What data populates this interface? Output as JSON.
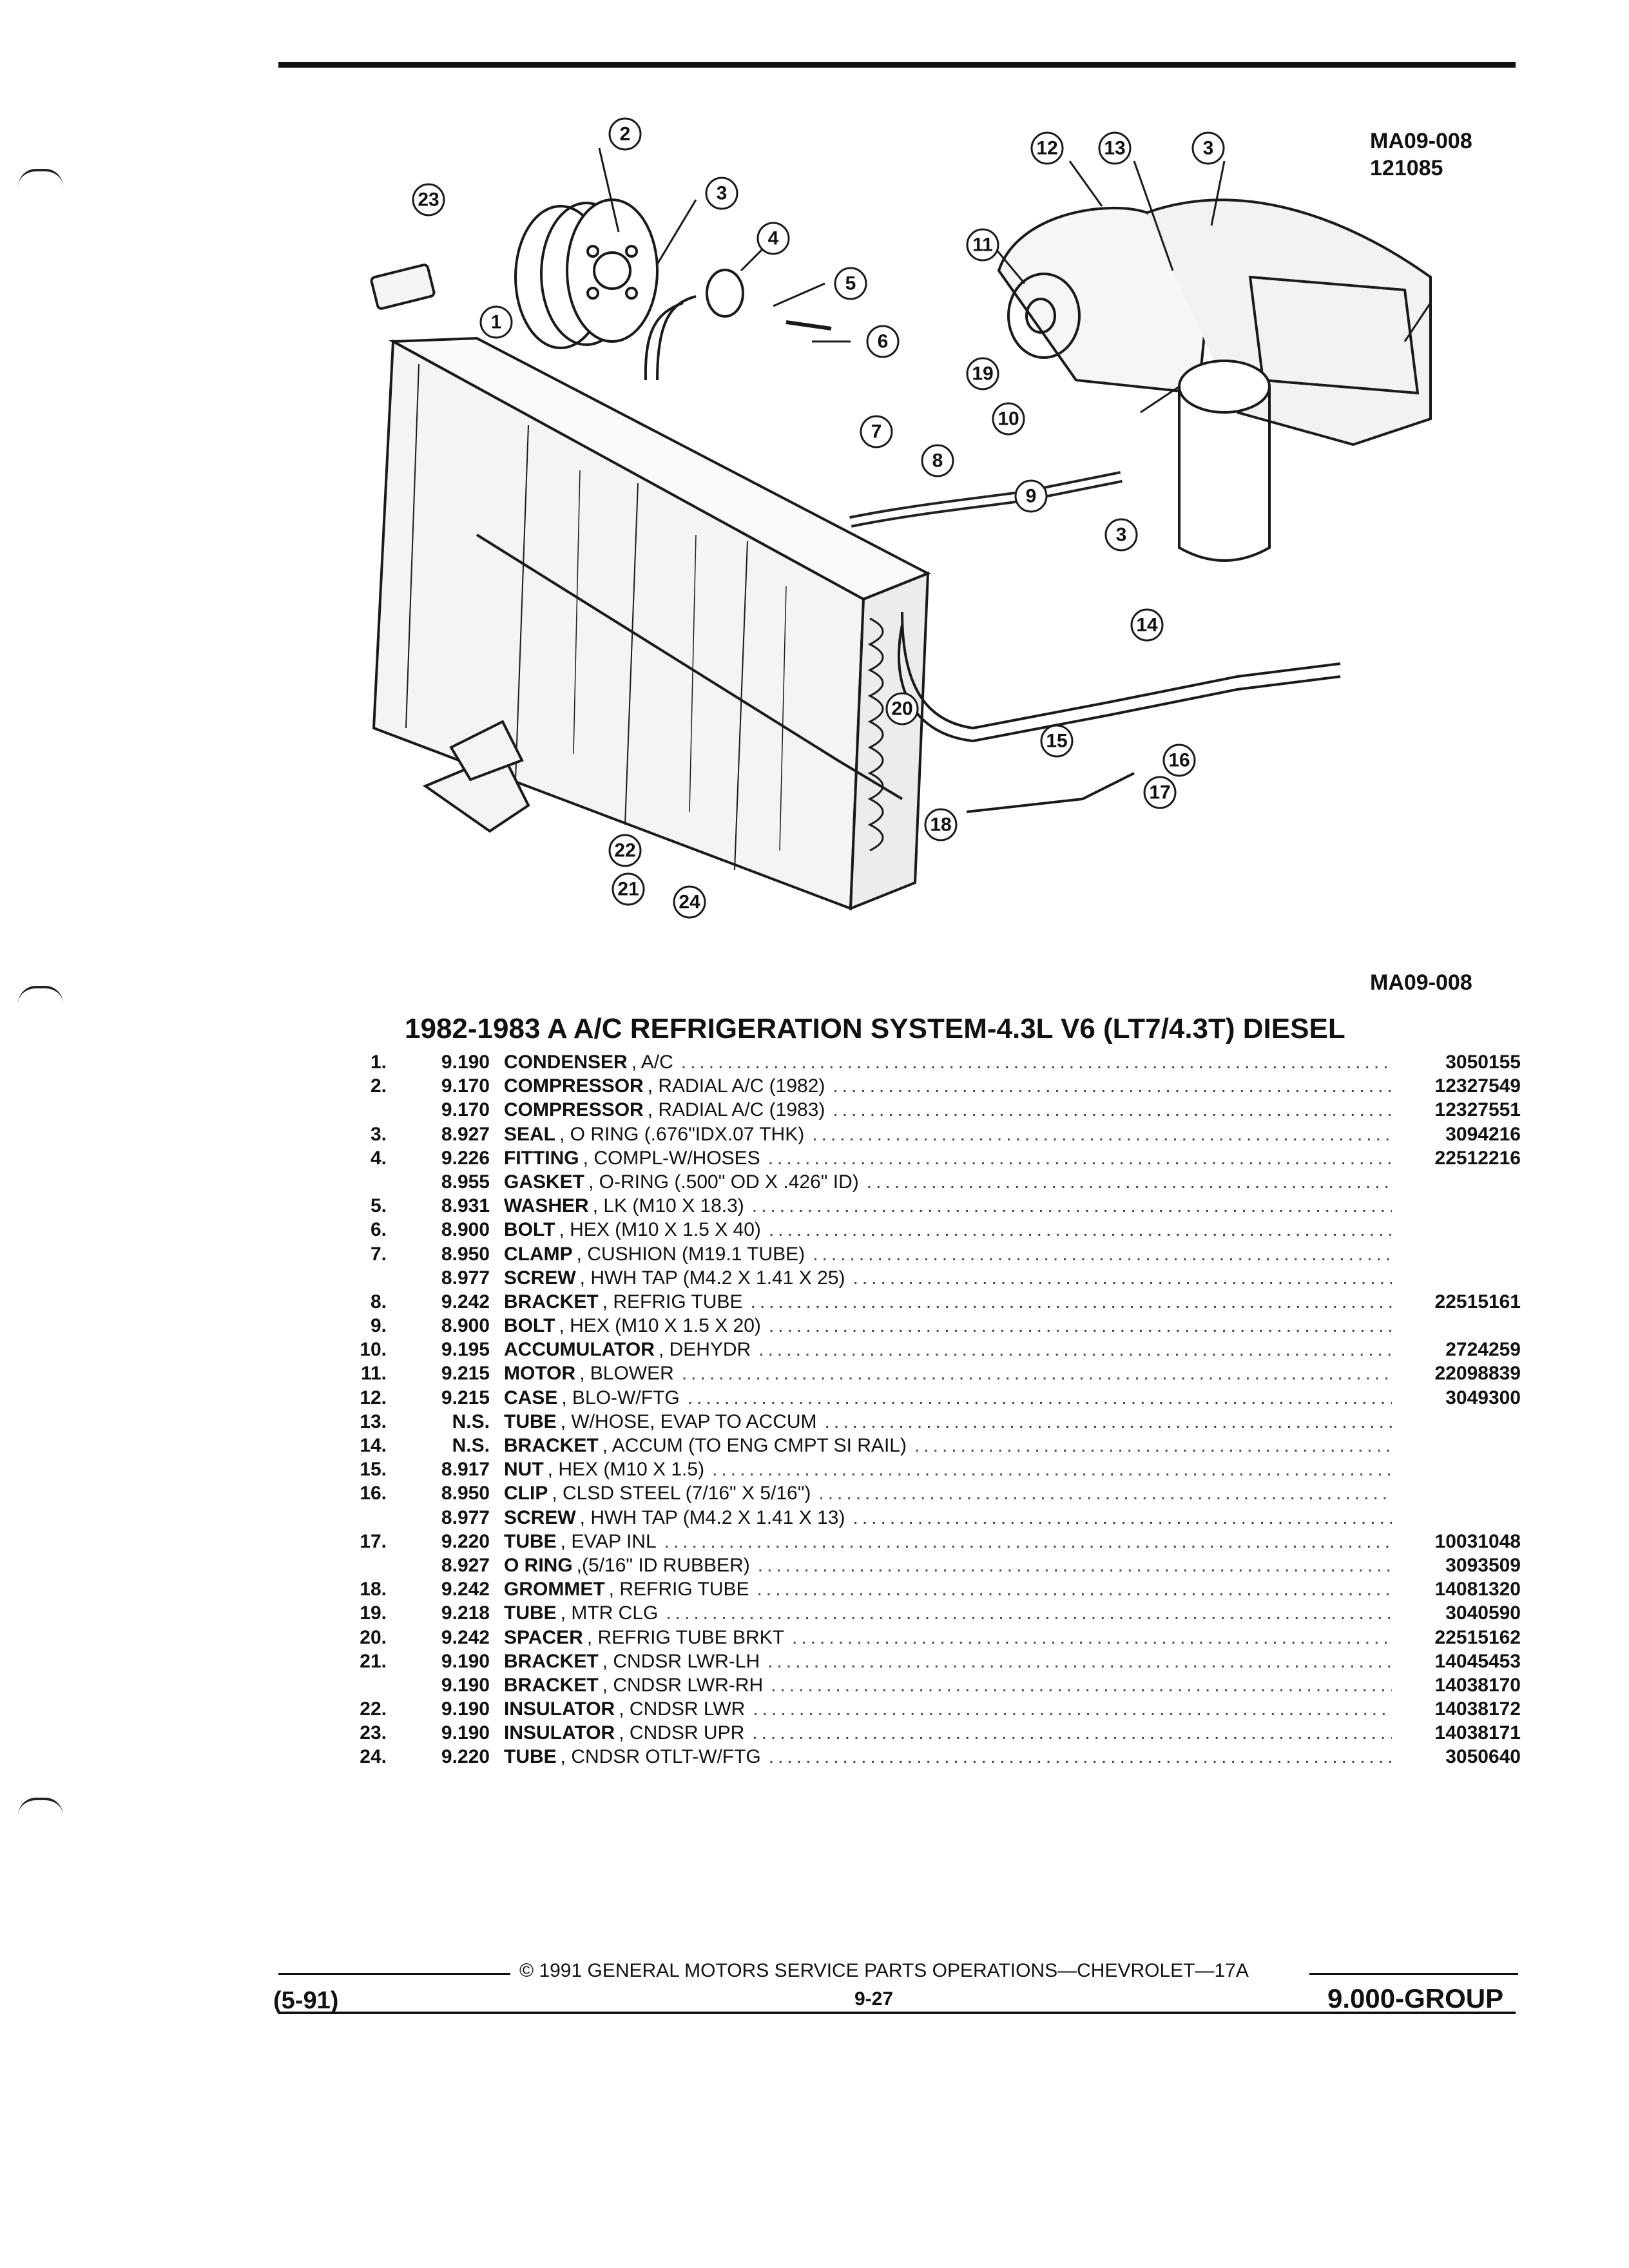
{
  "figure": {
    "code": "MA09-008",
    "date_code": "121085",
    "caption_code": "MA09-008",
    "callouts": [
      "1",
      "2",
      "3",
      "4",
      "5",
      "6",
      "7",
      "8",
      "9",
      "10",
      "11",
      "12",
      "13",
      "14",
      "15",
      "16",
      "17",
      "18",
      "19",
      "20",
      "21",
      "22",
      "23",
      "24"
    ]
  },
  "title": "1982-1983 A A/C REFRIGERATION SYSTEM-4.3L V6 (LT7/4.3T) DIESEL",
  "parts": [
    {
      "no": "1.",
      "group": "9.190",
      "name": "CONDENSER",
      "detail": ", A/C",
      "part": "3050155"
    },
    {
      "no": "2.",
      "group": "9.170",
      "name": "COMPRESSOR",
      "detail": ", RADIAL A/C (1982)",
      "part": "12327549"
    },
    {
      "no": "",
      "group": "9.170",
      "name": "COMPRESSOR",
      "detail": ", RADIAL A/C (1983)",
      "part": "12327551"
    },
    {
      "no": "3.",
      "group": "8.927",
      "name": "SEAL",
      "detail": ", O RING (.676\"IDX.07 THK)",
      "part": "3094216"
    },
    {
      "no": "4.",
      "group": "9.226",
      "name": "FITTING",
      "detail": ", COMPL-W/HOSES",
      "part": "22512216"
    },
    {
      "no": "",
      "group": "8.955",
      "name": "GASKET",
      "detail": ", O-RING (.500\" OD X .426\" ID)",
      "part": ""
    },
    {
      "no": "5.",
      "group": "8.931",
      "name": "WASHER",
      "detail": ", LK (M10 X 18.3)",
      "part": ""
    },
    {
      "no": "6.",
      "group": "8.900",
      "name": "BOLT",
      "detail": ", HEX (M10 X 1.5 X 40)",
      "part": ""
    },
    {
      "no": "7.",
      "group": "8.950",
      "name": "CLAMP",
      "detail": ", CUSHION (M19.1 TUBE)",
      "part": ""
    },
    {
      "no": "",
      "group": "8.977",
      "name": "SCREW",
      "detail": ", HWH TAP (M4.2 X 1.41 X 25)",
      "part": ""
    },
    {
      "no": "8.",
      "group": "9.242",
      "name": "BRACKET",
      "detail": ", REFRIG TUBE",
      "part": "22515161"
    },
    {
      "no": "9.",
      "group": "8.900",
      "name": "BOLT",
      "detail": ", HEX (M10 X 1.5 X 20)",
      "part": ""
    },
    {
      "no": "10.",
      "group": "9.195",
      "name": "ACCUMULATOR",
      "detail": ", DEHYDR",
      "part": "2724259"
    },
    {
      "no": "11.",
      "group": "9.215",
      "name": "MOTOR",
      "detail": ", BLOWER",
      "part": "22098839"
    },
    {
      "no": "12.",
      "group": "9.215",
      "name": "CASE",
      "detail": ", BLO-W/FTG",
      "part": "3049300"
    },
    {
      "no": "13.",
      "group": "N.S.",
      "name": "TUBE",
      "detail": ", W/HOSE, EVAP TO ACCUM",
      "part": ""
    },
    {
      "no": "14.",
      "group": "N.S.",
      "name": "BRACKET",
      "detail": ", ACCUM (TO ENG CMPT SI RAIL)",
      "part": ""
    },
    {
      "no": "15.",
      "group": "8.917",
      "name": "NUT",
      "detail": ", HEX (M10 X 1.5)",
      "part": ""
    },
    {
      "no": "16.",
      "group": "8.950",
      "name": "CLIP",
      "detail": ", CLSD STEEL (7/16\" X 5/16\")",
      "part": ""
    },
    {
      "no": "",
      "group": "8.977",
      "name": "SCREW",
      "detail": ", HWH TAP (M4.2 X 1.41 X 13)",
      "part": ""
    },
    {
      "no": "17.",
      "group": "9.220",
      "name": "TUBE",
      "detail": ", EVAP INL",
      "part": "10031048"
    },
    {
      "no": "",
      "group": "8.927",
      "name": "O RING",
      "detail": ",(5/16\" ID RUBBER)",
      "part": "3093509"
    },
    {
      "no": "18.",
      "group": "9.242",
      "name": "GROMMET",
      "detail": ", REFRIG TUBE",
      "part": "14081320"
    },
    {
      "no": "19.",
      "group": "9.218",
      "name": "TUBE",
      "detail": ", MTR CLG",
      "part": "3040590"
    },
    {
      "no": "20.",
      "group": "9.242",
      "name": "SPACER",
      "detail": ", REFRIG TUBE BRKT",
      "part": "22515162"
    },
    {
      "no": "21.",
      "group": "9.190",
      "name": "BRACKET",
      "detail": ", CNDSR LWR-LH",
      "part": "14045453"
    },
    {
      "no": "",
      "group": "9.190",
      "name": "BRACKET",
      "detail": ", CNDSR LWR-RH",
      "part": "14038170"
    },
    {
      "no": "22.",
      "group": "9.190",
      "name": "INSULATOR",
      "detail": ", CNDSR LWR",
      "part": "14038172"
    },
    {
      "no": "23.",
      "group": "9.190",
      "name": "INSULATOR",
      "detail": ", CNDSR UPR",
      "part": "14038171"
    },
    {
      "no": "24.",
      "group": "9.220",
      "name": "TUBE",
      "detail": ", CNDSR OTLT-W/FTG",
      "part": "3050640"
    }
  ],
  "footer": {
    "copyright": "© 1991 GENERAL MOTORS SERVICE PARTS OPERATIONS—CHEVROLET—17A",
    "revision": "(5-91)",
    "page": "9-27",
    "group": "9.000-GROUP"
  }
}
